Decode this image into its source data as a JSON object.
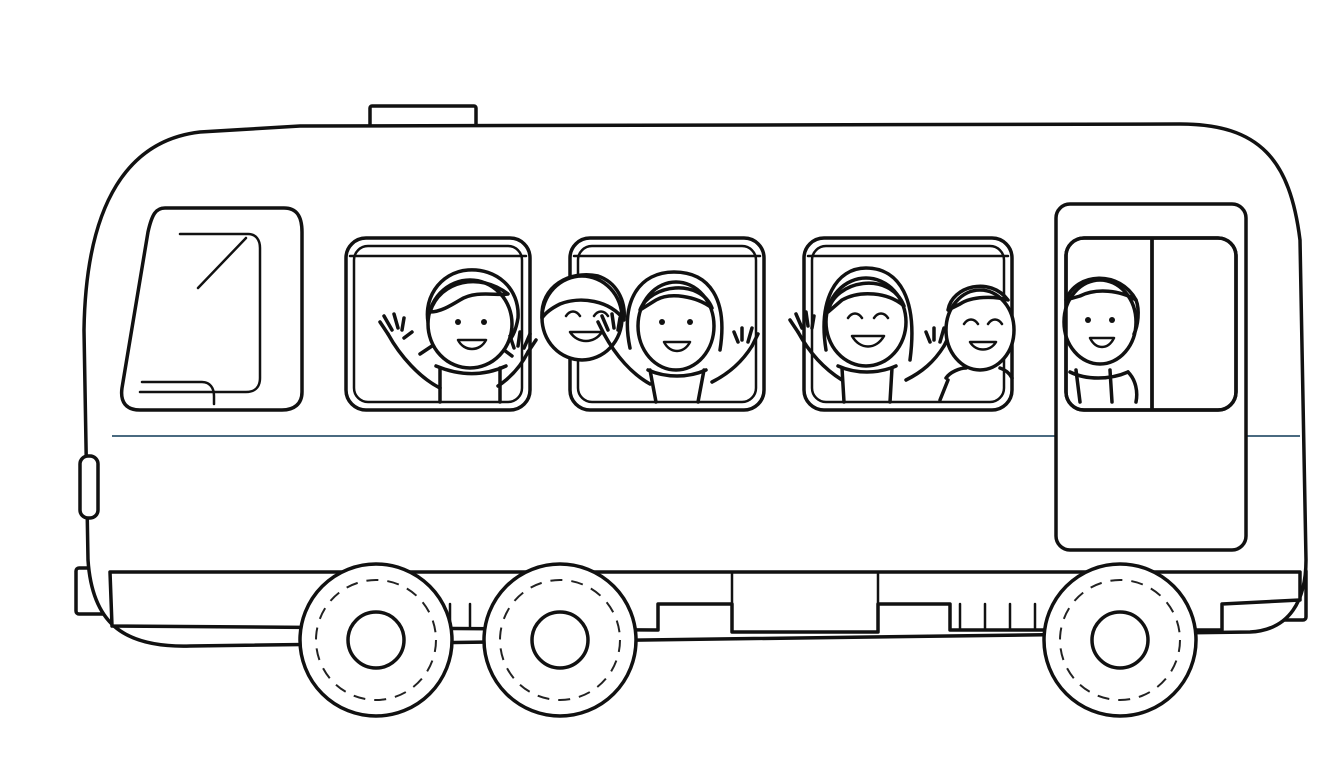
{
  "scene": {
    "subject": "bus",
    "colors": {
      "background": "#ffffff",
      "outline": "#111111",
      "stripe": "#4a6a80"
    },
    "passengers": [
      {
        "window": 1,
        "role": "child-waving"
      },
      {
        "window": 2,
        "role": "child-smiling"
      },
      {
        "window": 2,
        "role": "child-waving"
      },
      {
        "window": 3,
        "role": "child-waving"
      },
      {
        "window": 3,
        "role": "child-smiling"
      },
      {
        "window": 4,
        "role": "child-smiling"
      }
    ],
    "wheel_count": 3
  }
}
